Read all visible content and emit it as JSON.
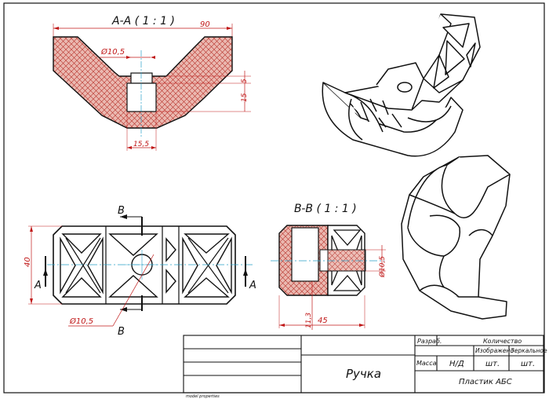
{
  "section_aa": {
    "title": "A-A ( 1 : 1 )",
    "dim_width": "90",
    "dim_hole": "Ø10,5",
    "dim_5": "5",
    "dim_15": "15",
    "dim_slot": "15,5"
  },
  "section_bb": {
    "title": "B-B ( 1 : 1 )",
    "dim_hole": "Ø10,5",
    "dim_depth": "11,3",
    "dim_width": "45"
  },
  "plan_view": {
    "dim_height": "40",
    "dim_hole": "Ø10,5",
    "mark_b_top": "B",
    "mark_b_bottom": "B",
    "mark_a_left": "A",
    "mark_a_right": "A"
  },
  "title_block": {
    "part_name": "Ручка",
    "material": "Пластик АБС",
    "razrab": "Разраб.",
    "quantity_header": "Количество",
    "depicted": "Изображено",
    "mirrored": "Зеркальное",
    "mass_label": "Масса",
    "mass_value": "Н/Д",
    "unit1": "шт.",
    "unit2": "шт."
  },
  "footer_note": "model properties"
}
